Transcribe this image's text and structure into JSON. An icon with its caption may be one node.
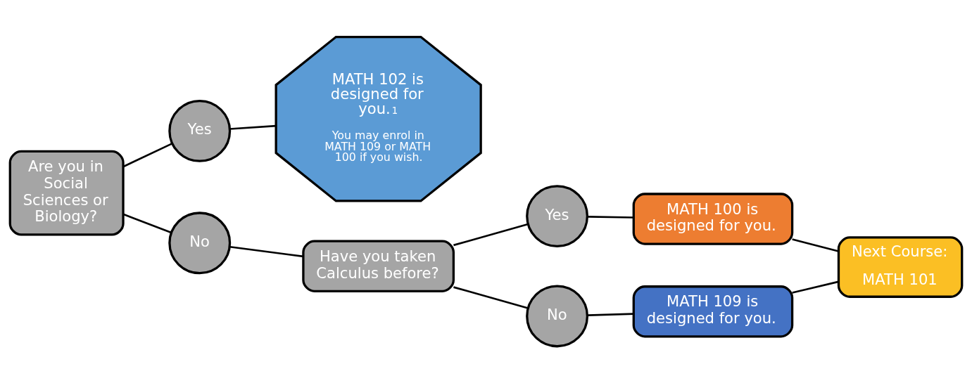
{
  "diagram": {
    "nodes": [
      {
        "text": [
          "Are you in Social Sciences or Biology?"
        ]
      },
      {
        "text": [
          "Yes"
        ]
      },
      {
        "text": [
          "MATH 102 is designed for you.$^{1}$",
          "You may enrol in MATH 109 or MATH 100 if you wish."
        ]
      },
      {
        "text": [
          "No"
        ]
      },
      {
        "text": [
          "Have you taken Calculus before?"
        ]
      },
      {
        "text": [
          "Yes"
        ]
      },
      {
        "text": [
          "MATH 100 is designed for you."
        ]
      },
      {
        "text": [
          "No"
        ]
      },
      {
        "text": [
          "MATH 109 is designed for you."
        ]
      },
      {
        "text": [
          "Next Course:",
          "MATH 101"
        ]
      }
    ],
    "edges": [
      {
        "from": 0,
        "to": 1,
        "arrow": "none"
      },
      {
        "from": 1,
        "to": 2,
        "arrow": "none"
      },
      {
        "from": 0,
        "to": 3,
        "arrow": "none"
      },
      {
        "from": 3,
        "to": 4,
        "arrow": "none"
      },
      {
        "from": 4,
        "to": 5,
        "arrow": "none"
      },
      {
        "from": 5,
        "to": 6,
        "arrow": "none"
      },
      {
        "from": 4,
        "to": 7,
        "arrow": "none"
      },
      {
        "from": 7,
        "to": 8,
        "arrow": "none"
      },
      {
        "from": 6,
        "to": 9,
        "arrow": "none"
      },
      {
        "from": 8,
        "to": 9,
        "arrow": "none"
      }
    ]
  }
}
